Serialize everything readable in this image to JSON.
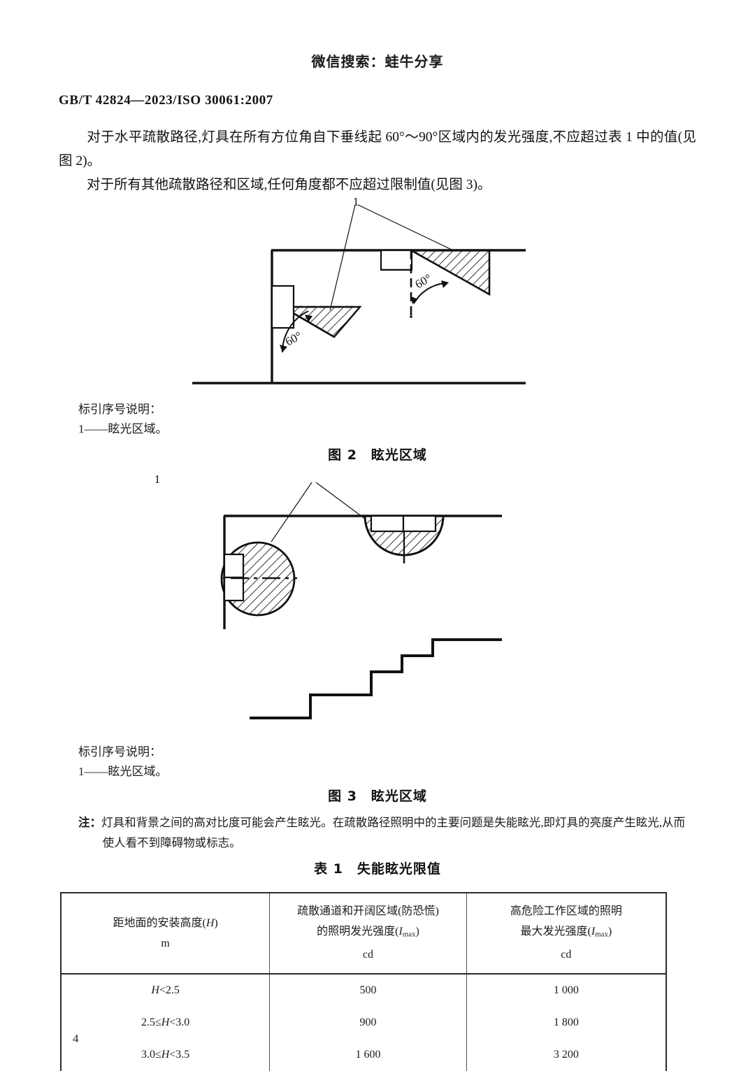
{
  "header": {
    "watermark": "微信搜索：蛙牛分享",
    "standard_number": "GB/T 42824—2023/ISO 30061:2007"
  },
  "body": {
    "paragraph_1": "对于水平疏散路径,灯具在所有方位角自下垂线起 60°～90°区域内的发光强度,不应超过表 1 中的值(见图 2)。",
    "paragraph_2": "对于所有其他疏散路径和区域,任何角度都不应超过限制值(见图 3)。"
  },
  "figure2": {
    "key_heading": "标引序号说明：",
    "key_item_1": "1——眩光区域。",
    "caption": "图 2　眩光区域",
    "callout_label": "1",
    "angle_left": "60°",
    "angle_right": "60°"
  },
  "figure3": {
    "key_heading": "标引序号说明：",
    "key_item_1": "1——眩光区域。",
    "caption": "图 3　眩光区域",
    "callout_label": "1"
  },
  "note": {
    "label": "注：",
    "text": "灯具和背景之间的高对比度可能会产生眩光。在疏散路径照明中的主要问题是失能眩光,即灯具的亮度产生眩光,从而使人看不到障碍物或标志。"
  },
  "table": {
    "title": "表 1　失能眩光限值",
    "headers": [
      {
        "line1": "距地面的安装高度(",
        "symbol": "H",
        "line1_end": ")",
        "unit": "m"
      },
      {
        "line1": "疏散通道和开阔区域(防恐慌)",
        "line2_pre": "的照明发光强度(",
        "symbol": "I",
        "symbol_sub": "max",
        "line2_end": ")",
        "unit": "cd"
      },
      {
        "line1": "高危险工作区域的照明",
        "line2_pre": "最大发光强度(",
        "symbol": "I",
        "symbol_sub": "max",
        "line2_end": ")",
        "unit": "cd"
      }
    ],
    "rows": [
      {
        "height": "H<2.5",
        "height_prefix": "",
        "height_symbol": "H",
        "height_suffix": "<2.5",
        "evac": "500",
        "high_risk": "1 000"
      },
      {
        "height": "2.5≤H<3.0",
        "height_prefix": "2.5≤",
        "height_symbol": "H",
        "height_suffix": "<3.0",
        "evac": "900",
        "high_risk": "1 800"
      },
      {
        "height": "3.0≤H<3.5",
        "height_prefix": "3.0≤",
        "height_symbol": "H",
        "height_suffix": "<3.5",
        "evac": "1 600",
        "high_risk": "3 200"
      }
    ]
  },
  "footer": {
    "page_number": "4"
  },
  "colors": {
    "ink": "#111111",
    "rule": "#2b2b2b",
    "hatch": "#1a1a1a"
  }
}
